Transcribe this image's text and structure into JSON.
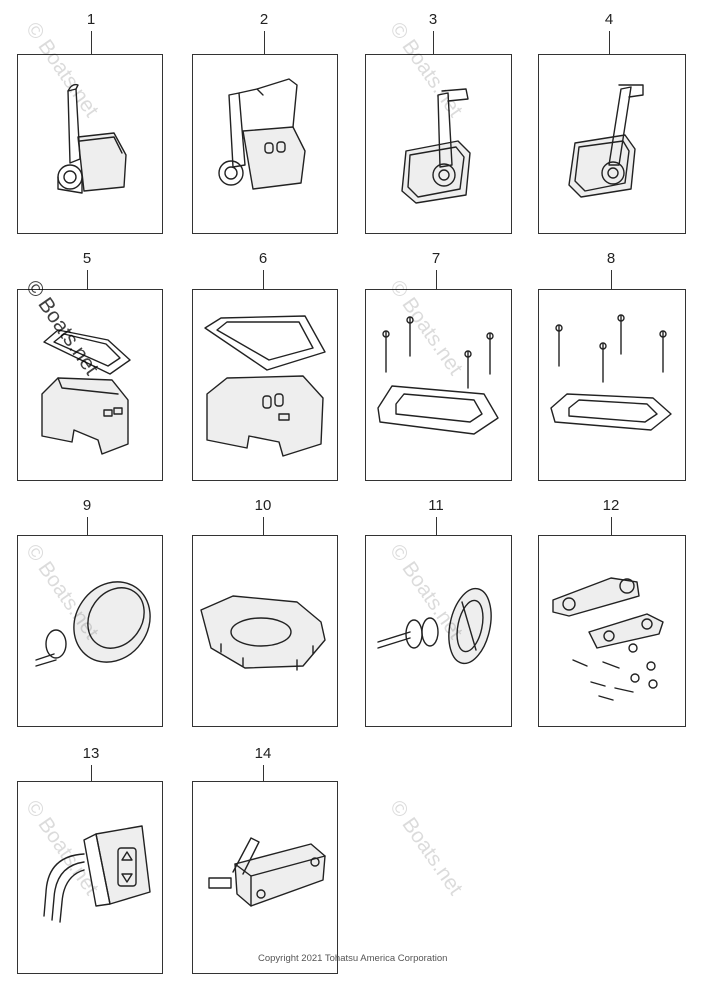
{
  "parts": [
    {
      "number": "1"
    },
    {
      "number": "2"
    },
    {
      "number": "3"
    },
    {
      "number": "4"
    },
    {
      "number": "5"
    },
    {
      "number": "6"
    },
    {
      "number": "7"
    },
    {
      "number": "8"
    },
    {
      "number": "9"
    },
    {
      "number": "10"
    },
    {
      "number": "11"
    },
    {
      "number": "12"
    },
    {
      "number": "13"
    },
    {
      "number": "14"
    }
  ],
  "watermark": "© Boats.net",
  "copyright": "Copyright 2021 Tohatsu America Corporation"
}
